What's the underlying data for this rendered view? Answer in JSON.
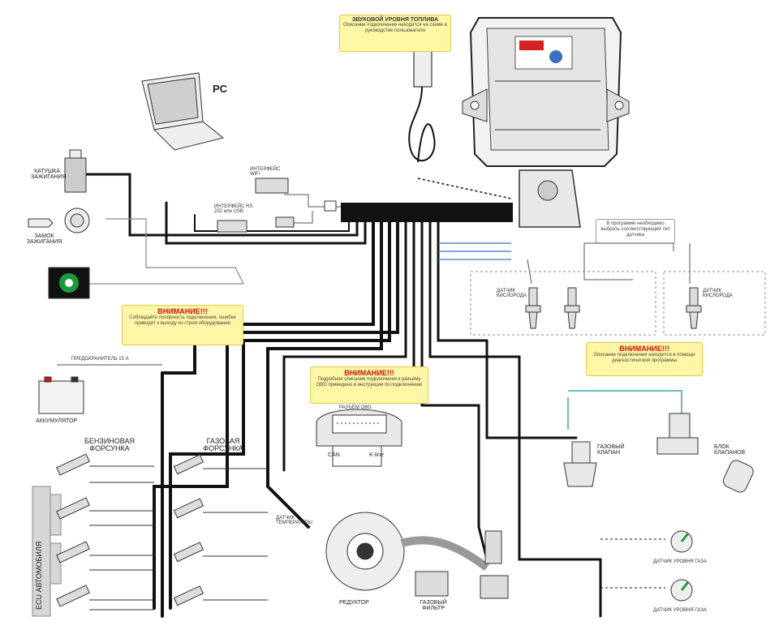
{
  "labels": {
    "pc": "PC",
    "ecu_left": "ECU АВТОМОБИЛЯ",
    "petrol_injector": "БЕНЗИНОВАЯ ФОРСУНКА",
    "gas_injector": "ГАЗОВАЯ ФОРСУНКА",
    "ignition_coil": "КАТУШКА ЗАЖИГАНИЯ",
    "ignition_lock": "ЗАМОК ЗАЖИГАНИЯ",
    "battery": "АККУМУЛЯТОР",
    "fuse": "ПРЕДОХРАНИТЕЛЬ 15 А",
    "interface_usb": "ИНТЕРФЕЙС RS 232 или USB",
    "interface_wifi": "ИНТЕРФЕЙС WiFi",
    "buzzer": "ЗВУКОВОЙ УРОВНЯ ТОПЛИВА",
    "o2_1": "ДАТЧИК КИСЛОРОДА",
    "o2_2": "ДАТЧИК КИСЛОРОДА",
    "gas_valve": "ГАЗОВЫЙ КЛАПАН",
    "valve_block": "БЛОК КЛАПАНОВ",
    "reducer": "РЕДУКТОР",
    "gas_filter": "ГАЗОВЫЙ ФИЛЬТР",
    "temp_sensor": "ДАТЧИК ТЕМПЕРАТУРЫ",
    "level_sensor_1": "ДАТЧИК УРОВНЯ ГАЗА",
    "level_sensor_2": "ДАТЧИК УРОВНЯ ГАЗА",
    "obd_title": "РАЗЪЁМ OBD",
    "can": "CAN",
    "kline": "K-line"
  },
  "notes": {
    "buzzer_note": "Описание подключения находится на схеме в руководстве пользователя",
    "warning_1_title": "ВНИМАНИЕ!!!",
    "warning_1_text": "Соблюдайте полярность подключения, ошибки приводят к выходу из строя оборудования",
    "warning_2_title": "ВНИМАНИЕ!!!",
    "warning_2_text": "Подробное описание подключения к разъёму OBD приведено в инструкции по подключению",
    "warning_3_title": "ВНИМАНИЕ!!!",
    "warning_3_text": "Описание подключения находится в помощи диагностической программы",
    "o2_note": "В программе необходимо выбрать соответствующий тип датчика"
  },
  "colors": {
    "harness": "#111111",
    "wire_gray": "#8a8a8a",
    "wire_blue": "#3a6fc4",
    "wire_teal": "#3aa5a5",
    "note_bg": "#fff7a6",
    "warning_red": "#d01010"
  }
}
